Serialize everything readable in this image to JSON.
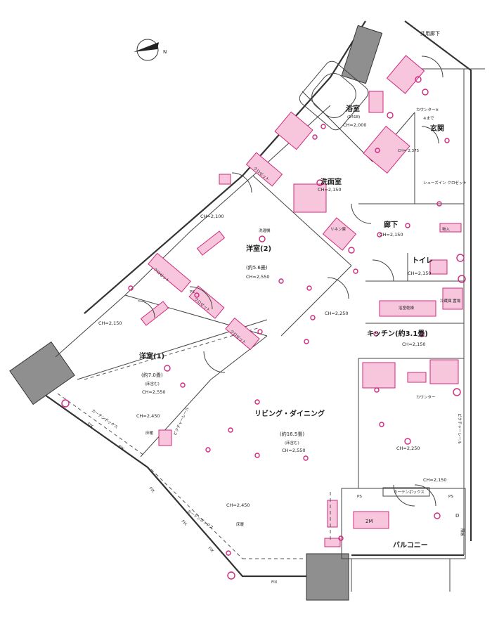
{
  "labels": {
    "corridor_shared": "共用廊下",
    "bath": "浴室",
    "bath_size": "(1418)",
    "bath_ch": "CH=2,000",
    "washroom": "洗面室",
    "washroom_ch": "CH=2,150",
    "entrance": "玄関",
    "counter_note": "カウンター※",
    "counter_note2": "※まで",
    "entrance_ch": "CH=\n2,375",
    "shoe_closet": "シューズイン\nクロゼット",
    "hallway": "廊下",
    "hallway_ch": "CH=2,150",
    "storage": "物入",
    "toilet": "トイレ",
    "toilet_ch": "CH=2,150",
    "fridge": "冷蔵庫\n置場",
    "kitchen": "キッチン(約3.1畳)",
    "kitchen_ch": "CH=2,150",
    "western2": "洋室(2)",
    "western2_size": "(約5.6畳)",
    "western2_ch": "CH=2,550",
    "western2_ch_top": "CH=2,100",
    "western1": "洋室(1)",
    "western1_size": "(約7.0畳)",
    "western1_note": "(床含む)",
    "western1_ch": "CH=2,550",
    "western1_ch_left": "CH=2,150",
    "living": "リビング・ダイニング",
    "living_size": "(約16.5畳)",
    "living_note": "(床含む)",
    "living_ch": "CH=2,550",
    "living_ch2": "CH=2,250",
    "ch_2450": "CH=2,450",
    "ch_2450b": "CH=2,450",
    "ch_2150_bal": "CH=2,150",
    "balcony": "バルコニー",
    "counter": "カウンター",
    "curtain_box": "カーテンボックス",
    "fix": "FIX",
    "ps": "PS",
    "closet": "クロゼット",
    "linen": "リネン庫",
    "washer": "洗濯機",
    "floor_heat": "床暖",
    "bath_dry": "浴室乾燥",
    "d_mark": "D",
    "mark_2m": "2M",
    "partition": "隔板",
    "wall_rail": "ピクチャーレール",
    "compass": "N"
  }
}
